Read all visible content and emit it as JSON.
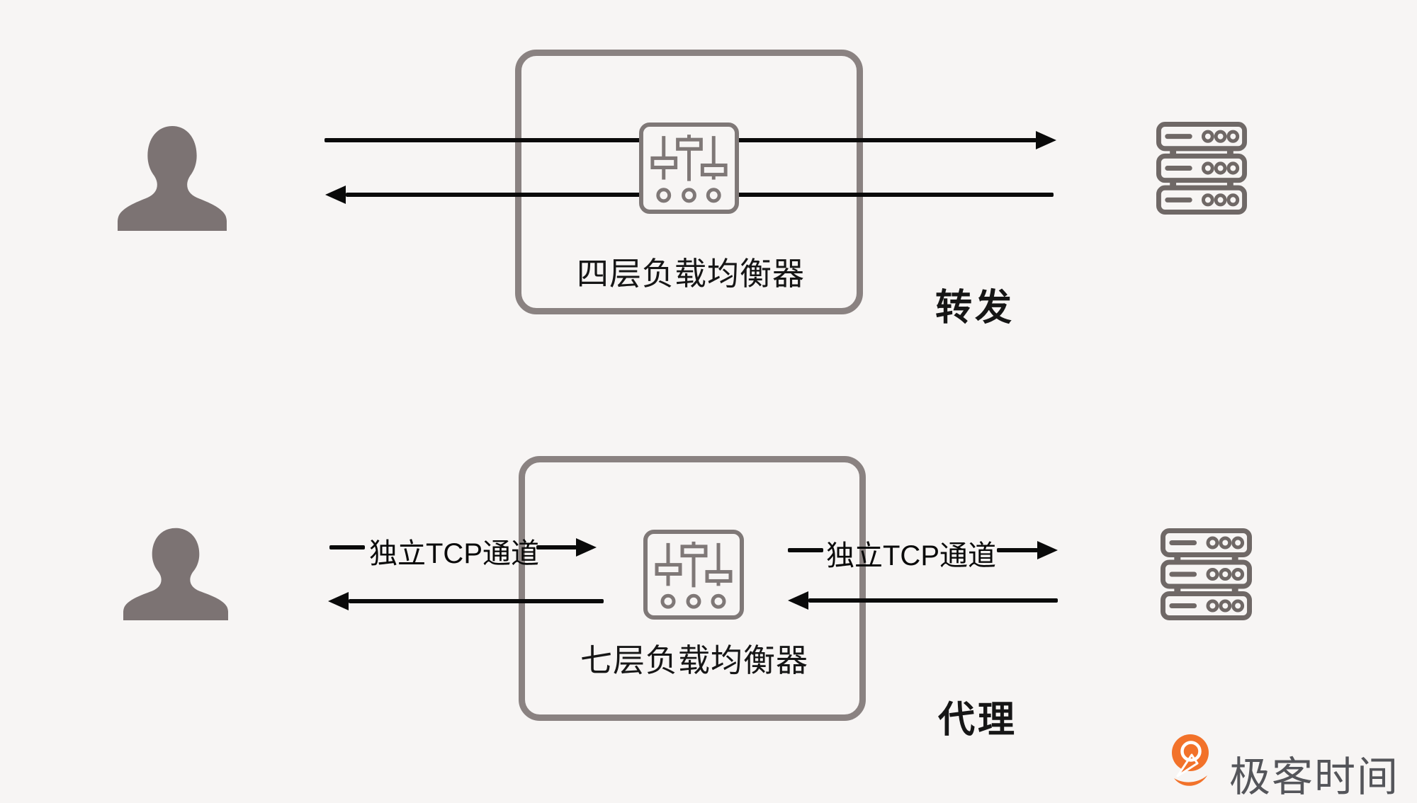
{
  "colors": {
    "background": "#f7f5f4",
    "arrow": "#0a0a0a",
    "text": "#161616",
    "box_border": "#8a8281",
    "icon_stroke": "#7f7877",
    "server_stroke": "#6f6866",
    "user_fill": "#7c7373",
    "logo_orange": "#f2722a",
    "logo_text": "#54555a"
  },
  "icons": {
    "user": "user-silhouette-icon",
    "load_balancer": "sliders-icon",
    "server": "server-stack-icon",
    "logo": "geektime-pin-icon"
  },
  "diagrams": {
    "top": {
      "balancer_label": "四层负载均衡器",
      "mode_label": "转发"
    },
    "bottom": {
      "balancer_label": "七层负载均衡器",
      "mode_label": "代理",
      "channel_label_left": "独立TCP通道",
      "channel_label_right": "独立TCP通道"
    }
  },
  "branding": {
    "logo_text": "极客时间"
  }
}
